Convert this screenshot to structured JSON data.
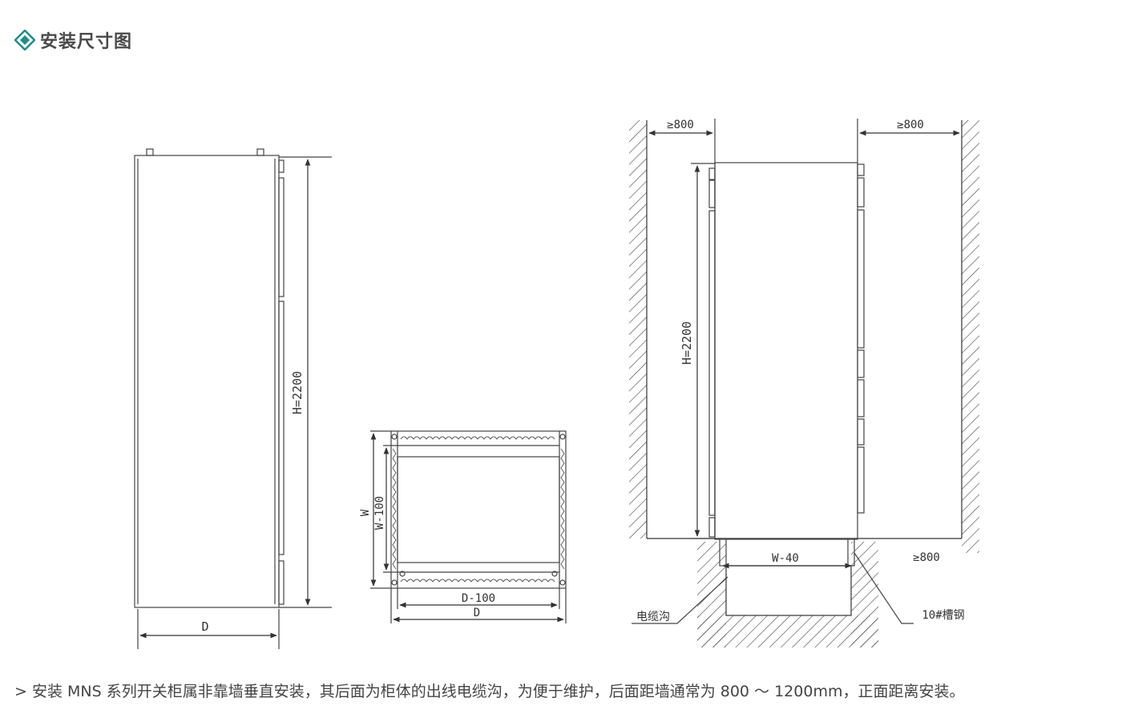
{
  "header": {
    "title": "安装尺寸图",
    "icon": "diamond-icon"
  },
  "colors": {
    "accent": "#1d8c8c",
    "line": "#333333"
  },
  "side_view": {
    "height_label": "H=2200",
    "depth_label": "D"
  },
  "plan_view": {
    "width_label": "W",
    "inner_width_label": "W-100",
    "inner_depth_label": "D-100",
    "depth_label": "D"
  },
  "install_view": {
    "left_clearance": "≥800",
    "right_clearance": "≥800",
    "height_label": "H=2200",
    "trench_width_label": "W-40",
    "rear_clearance": "≥800",
    "trench_label": "电缆沟",
    "channel_label": "10#槽钢"
  },
  "caption": "> 安装 MNS 系列开关柜属非靠墙垂直安装，其后面为柜体的出线电缆沟，为便于维护，后面距墙通常为 800 ～ 1200mm，正面距离安装。"
}
